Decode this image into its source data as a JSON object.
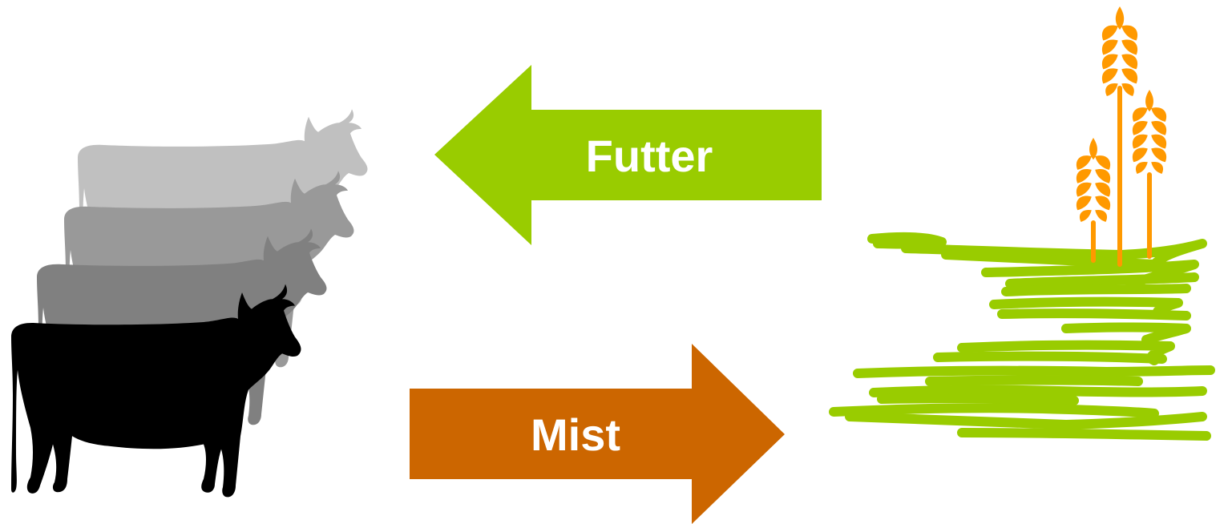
{
  "diagram": {
    "arrows": [
      {
        "id": "futter",
        "label": "Futter",
        "direction": "left",
        "color": "#99cc00"
      },
      {
        "id": "mist",
        "label": "Mist",
        "direction": "right",
        "color": "#cc6600"
      }
    ],
    "cattle": {
      "icon": "cow-herd-icon",
      "shades": [
        "#c0c0c0",
        "#999999",
        "#808080",
        "#000000"
      ]
    },
    "field": {
      "icon": "field-with-wheat-icon",
      "grass_color": "#99cc00",
      "wheat_color": "#ff9900"
    }
  }
}
